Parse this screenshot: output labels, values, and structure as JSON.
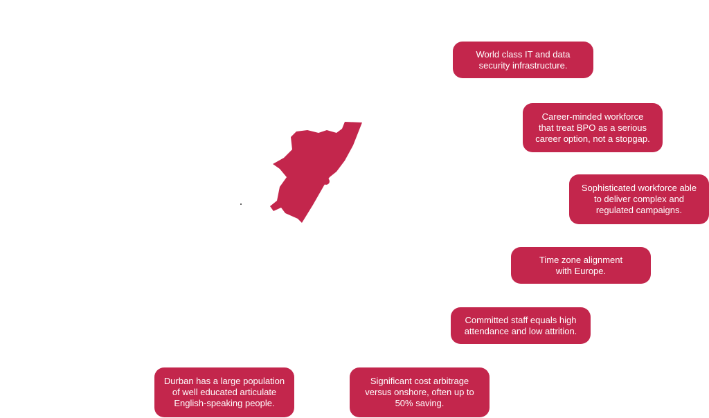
{
  "map": {
    "region_icon": "kwazulu-natal-map-silhouette",
    "color": "#c3264c"
  },
  "bubbles": {
    "it_security": "World class IT and data\nsecurity infrastructure.",
    "career_workforce": "Career-minded workforce\nthat treat BPO as a serious\ncareer option, not a stopgap.",
    "sophisticated_workforce": "Sophisticated workforce able\nto deliver complex and\nregulated campaigns.",
    "time_zone": "Time zone alignment\nwith Europe.",
    "committed_staff": "Committed staff equals high\nattendance and low attrition.",
    "durban_population": "Durban has a large population\nof  well educated articulate\nEnglish-speaking people.",
    "cost_arbitrage": "Significant cost arbitrage\nversus onshore, often up to\n50% saving."
  },
  "colors": {
    "accent": "#c3264c",
    "text_on_accent": "#ffffff",
    "background": "#ffffff"
  }
}
